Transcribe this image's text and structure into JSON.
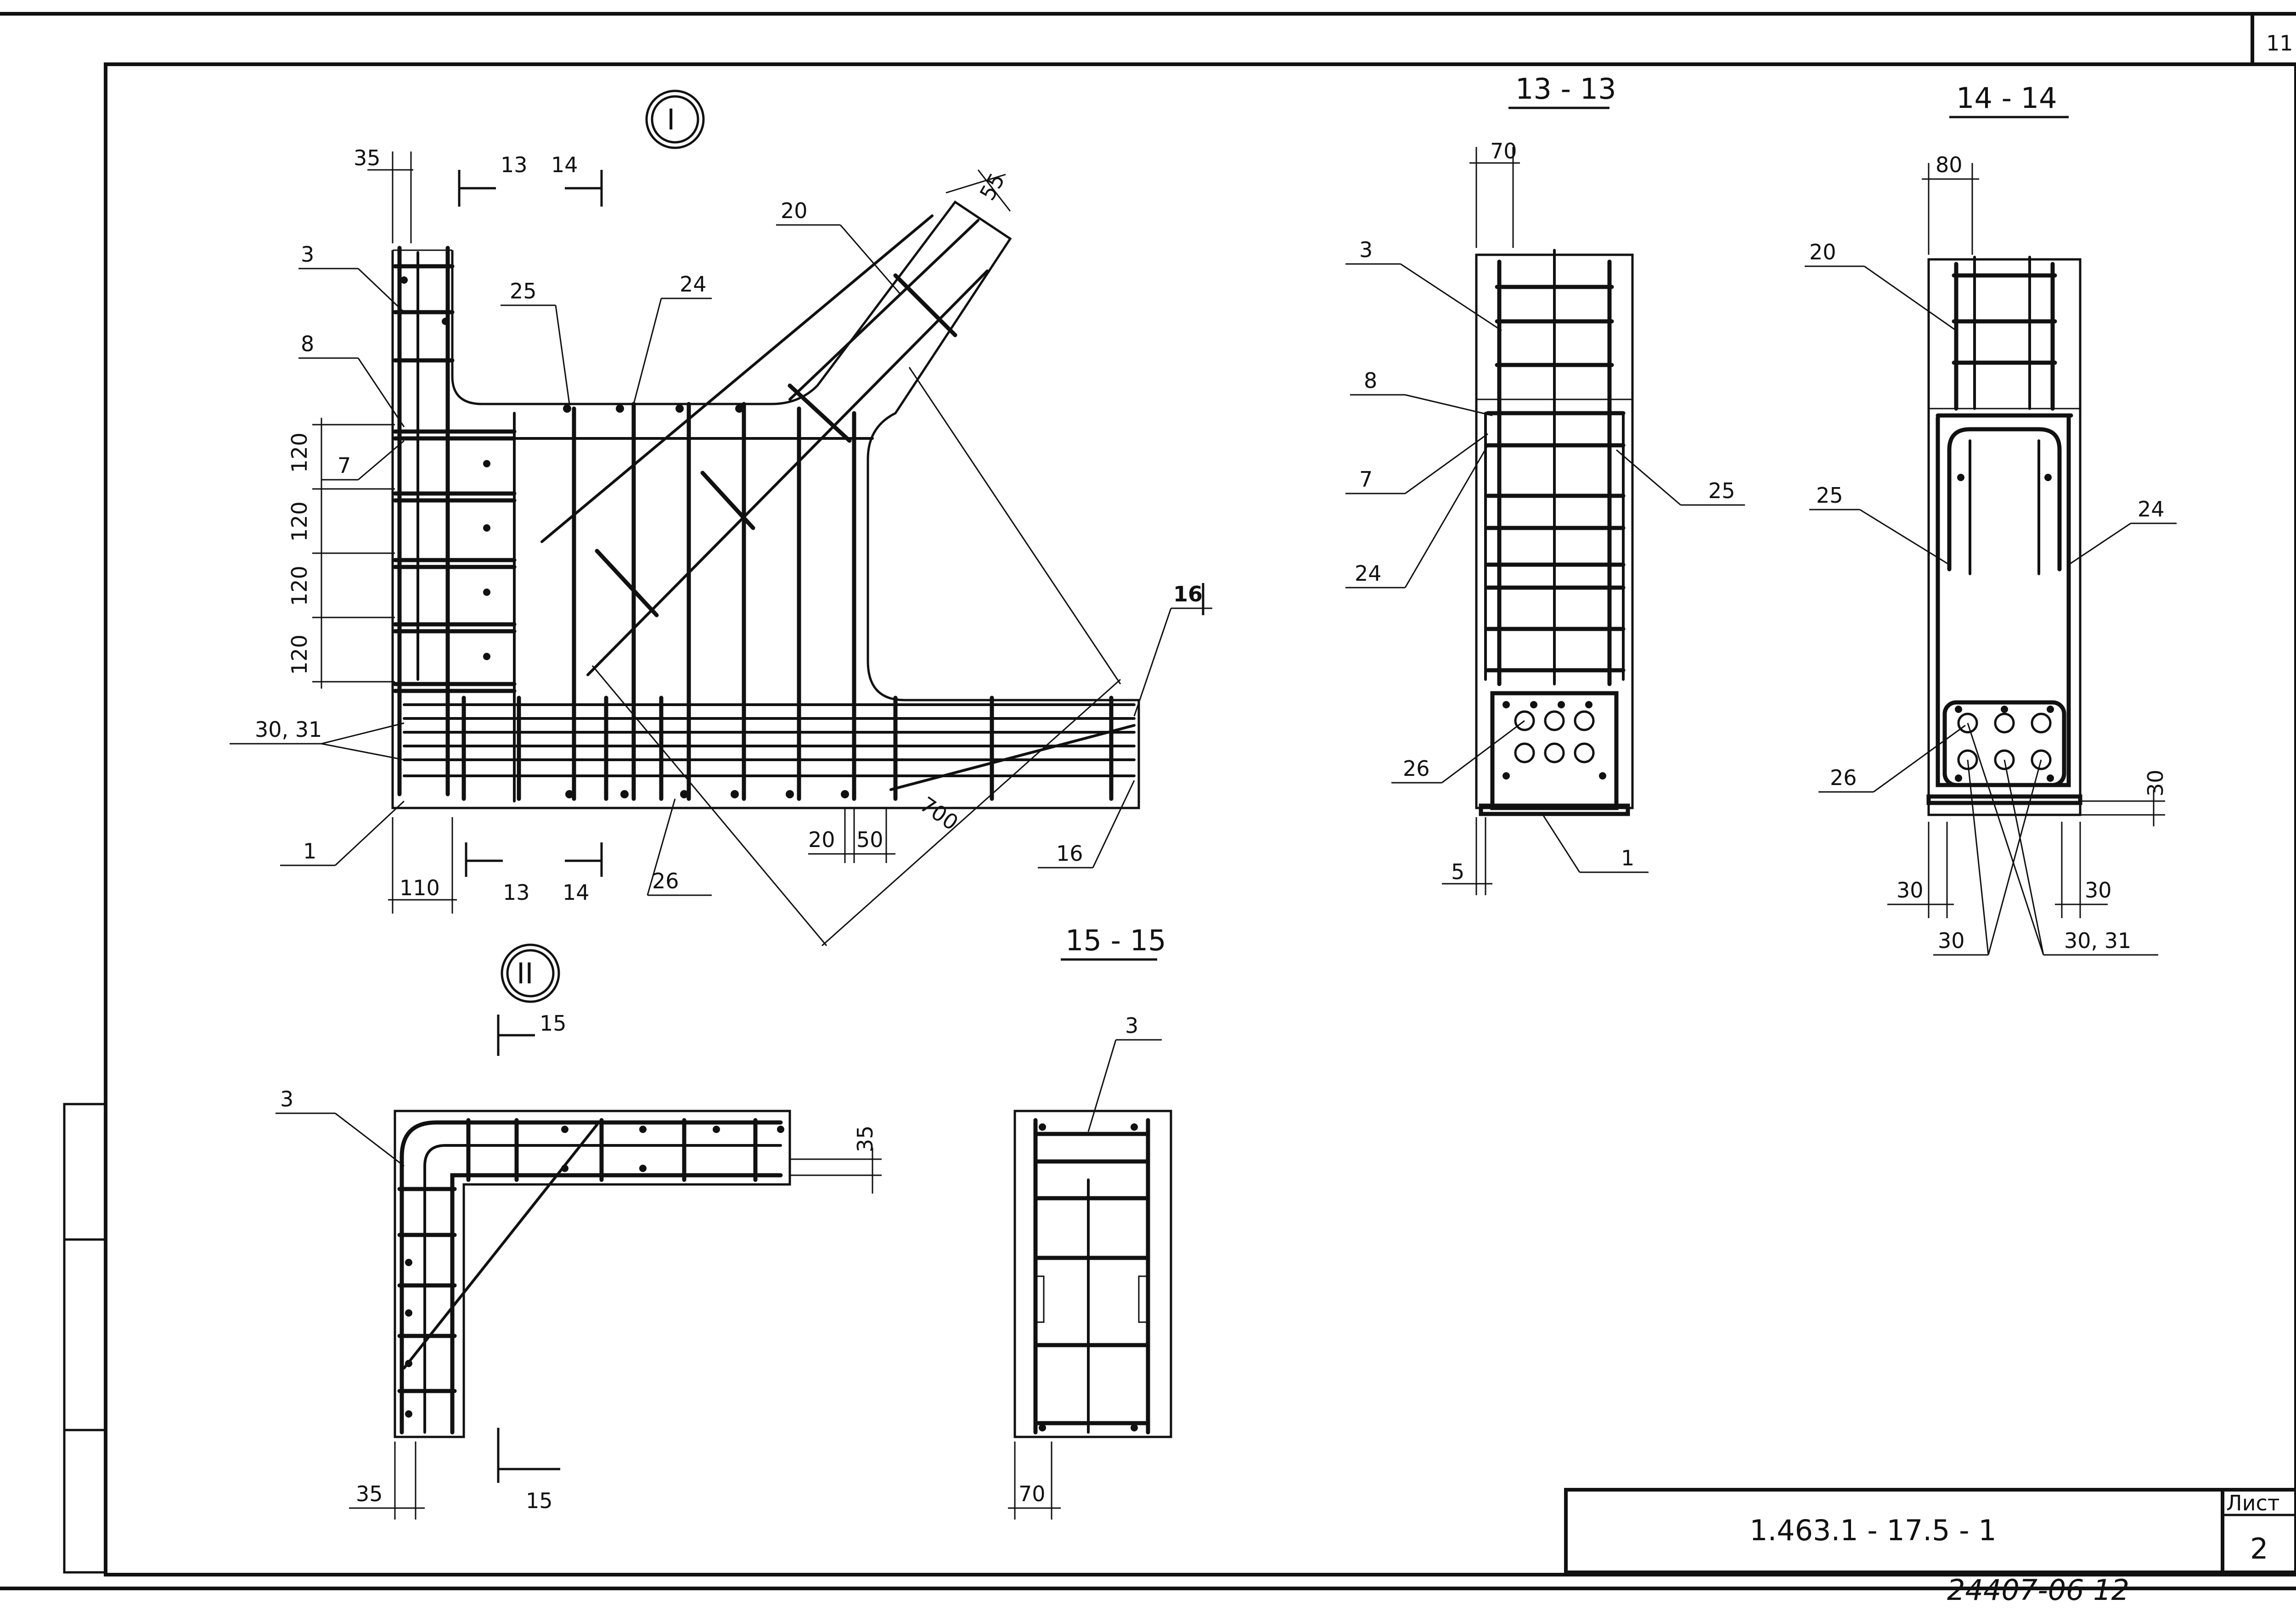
{
  "sheet_number": "11",
  "document_code": "1.463.1 - 17.5 - 1",
  "sheet_label": "Лист",
  "sheet_value": "2",
  "archive_number": "24407-06  12",
  "view1": {
    "marker": "I",
    "cut_13": "13",
    "cut_14": "14",
    "dims": {
      "top": "35",
      "bottom": "110",
      "s1": "120",
      "s2": "120",
      "s3": "120",
      "s4": "120",
      "d20": "20",
      "d50": "50",
      "d700": "700",
      "d55": "55"
    },
    "labels": {
      "l3": "3",
      "l8": "8",
      "l7": "7",
      "l25": "25",
      "l24": "24",
      "l20": "20",
      "l3031": "30, 31",
      "l1": "1",
      "l26": "26",
      "l16a": "16",
      "l16b": "16"
    }
  },
  "view2": {
    "marker": "II",
    "cut_15": "15",
    "labels": {
      "l3": "3"
    },
    "dims": {
      "d35a": "35",
      "d35b": "35"
    }
  },
  "section1313": {
    "title": "13 - 13",
    "dims": {
      "d70": "70",
      "d5": "5"
    },
    "labels": {
      "l3": "3",
      "l8": "8",
      "l7": "7",
      "l24": "24",
      "l25": "25",
      "l26": "26",
      "l1": "1"
    }
  },
  "section1414": {
    "title": "14 - 14",
    "dims": {
      "d80": "80",
      "d30a": "30",
      "d30b": "30",
      "d30c": "30"
    },
    "labels": {
      "l20": "20",
      "l25": "25",
      "l24": "24",
      "l26": "26",
      "l30": "30",
      "l3031": "30, 31"
    }
  },
  "section1515": {
    "title": "15 - 15",
    "dims": {
      "d70": "70"
    },
    "labels": {
      "l3": "3"
    }
  }
}
